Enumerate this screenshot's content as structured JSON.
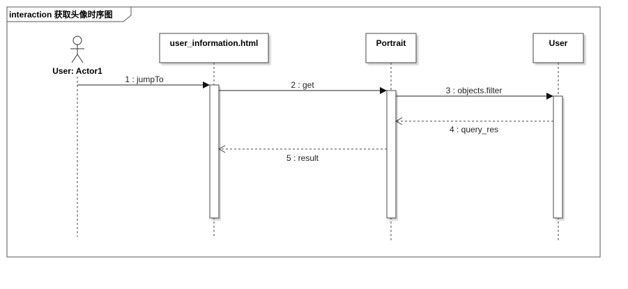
{
  "frame": {
    "title": "interaction 获取头像时序图"
  },
  "actor": {
    "label": "User: Actor1"
  },
  "lifelines": [
    {
      "id": "ui",
      "label": "user_information.html"
    },
    {
      "id": "portrait",
      "label": "Portrait"
    },
    {
      "id": "user",
      "label": "User"
    }
  ],
  "messages": [
    {
      "label": "1 : jumpTo"
    },
    {
      "label": "2 : get"
    },
    {
      "label": "3 : objects.filter"
    },
    {
      "label": "4 : query_res"
    },
    {
      "label": "5 : result"
    }
  ]
}
